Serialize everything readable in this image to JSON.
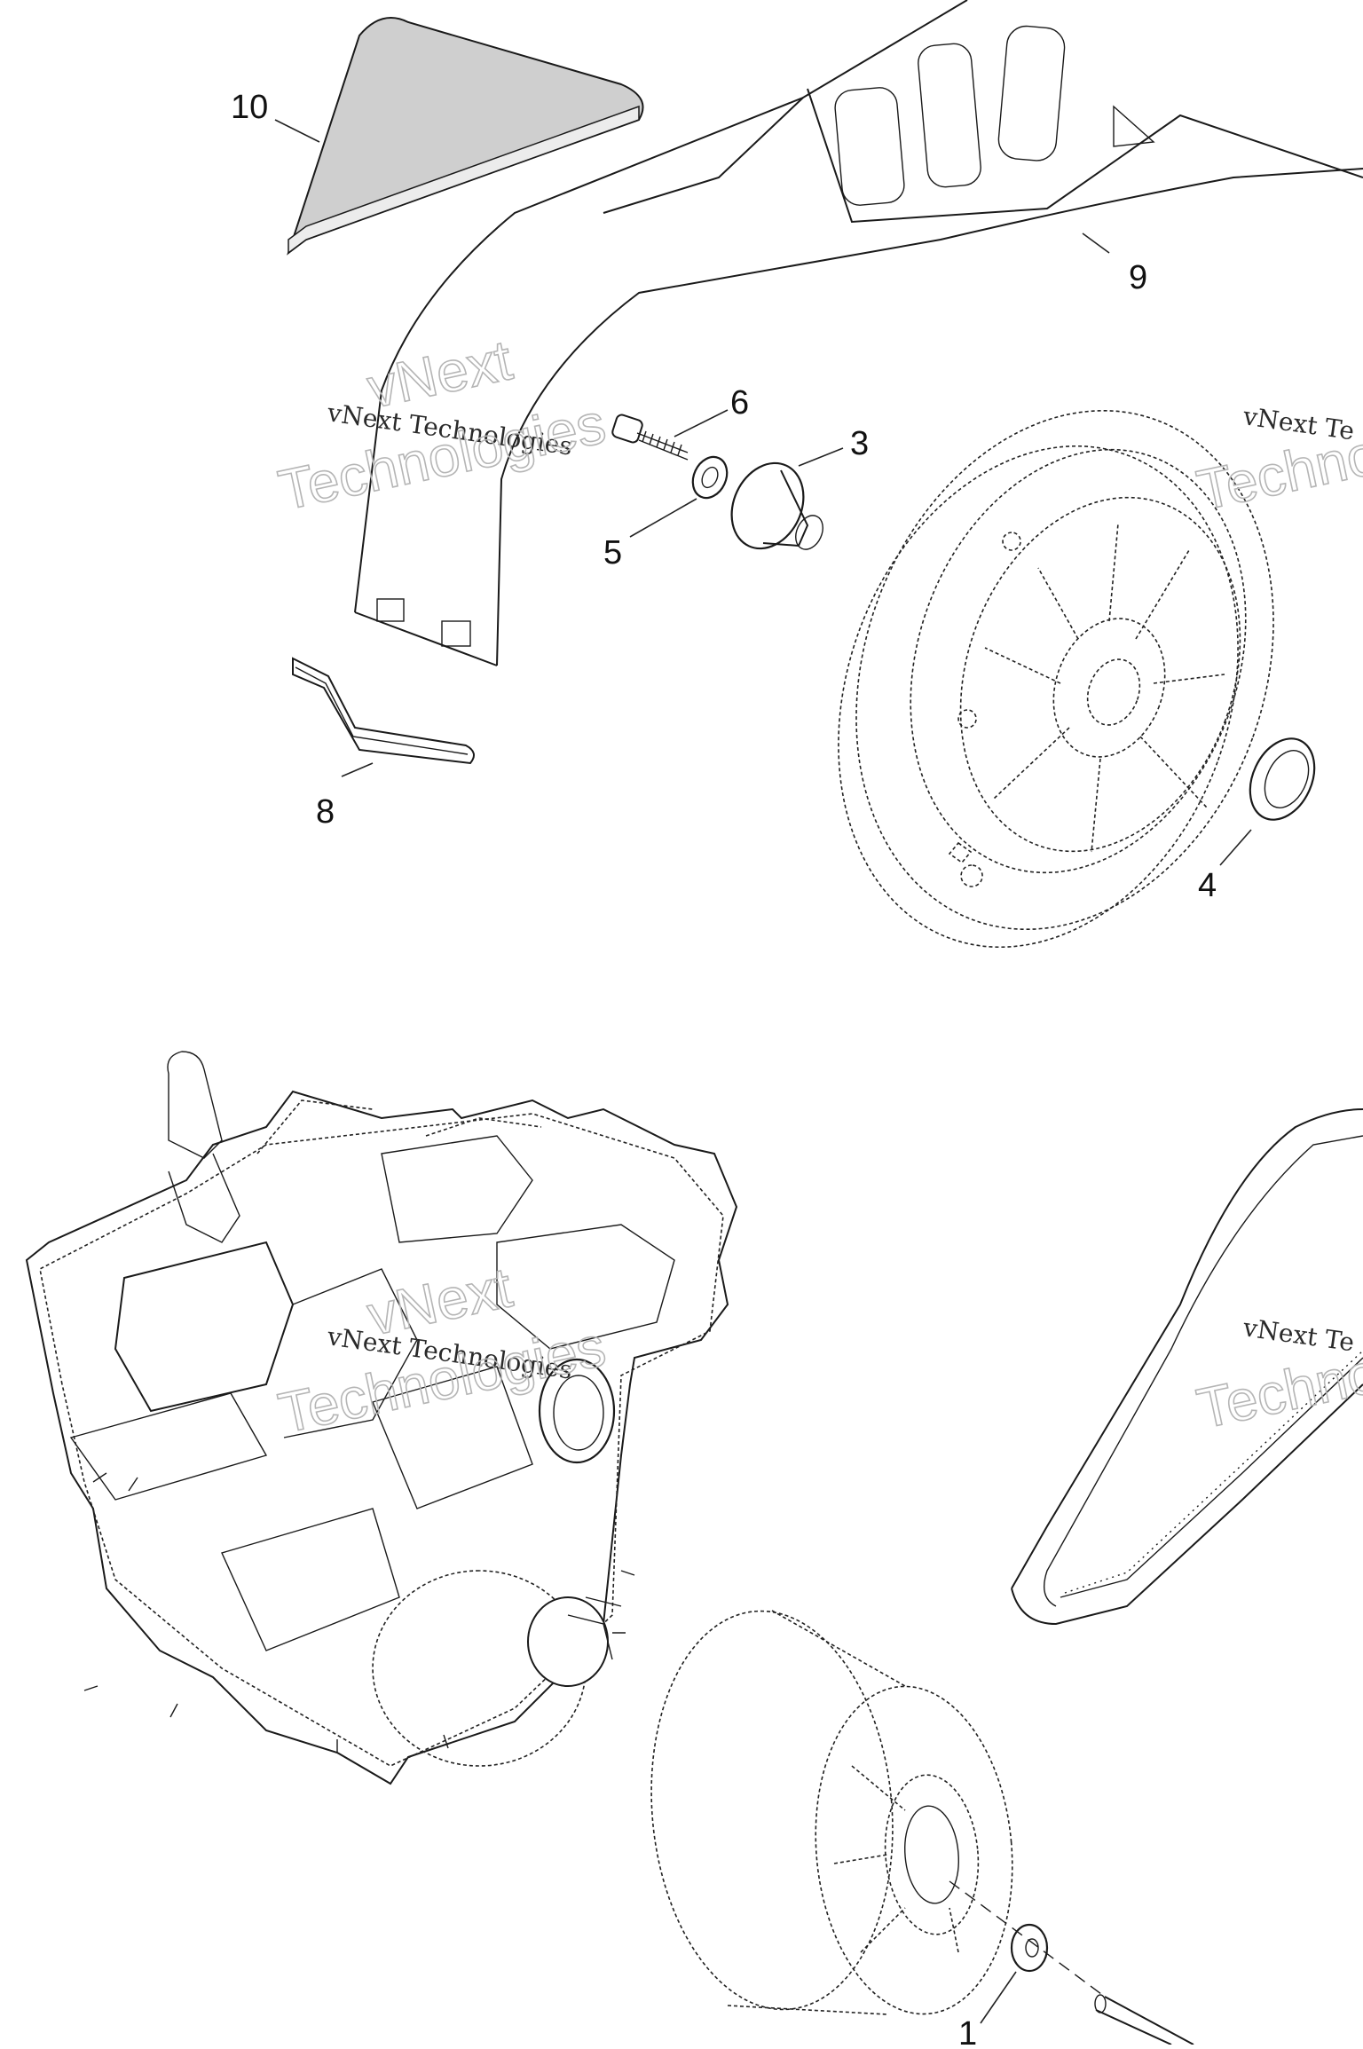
{
  "callouts": {
    "c10": "10",
    "c9": "9",
    "c6": "6",
    "c3": "3",
    "c5": "5",
    "c8": "8",
    "c4": "4",
    "c1": "1"
  },
  "watermark": {
    "brand_line": "vNext Technologies",
    "brand_word_1": "vNext",
    "brand_word_2": "Technologies",
    "brand_partial_1": "vNext Te",
    "brand_partial_2": "Techno"
  },
  "colors": {
    "line": "#1a1a1a",
    "watermark_outline": "#b5b5b5",
    "pad_fill": "#cfcfcf"
  }
}
